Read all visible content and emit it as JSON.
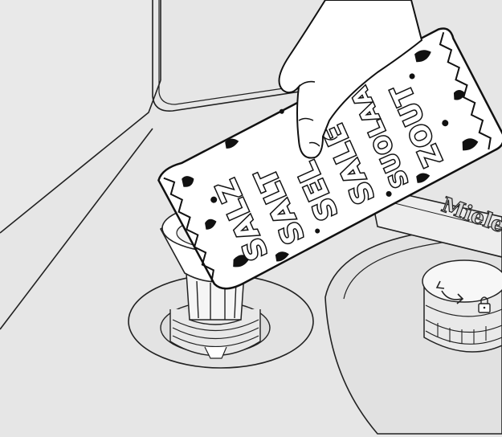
{
  "brand": {
    "text": "Miele"
  },
  "salt_bag": {
    "words": [
      "SALZ",
      "SALT",
      "SEL",
      "SALE",
      "SUOLAA",
      "ZOUT"
    ]
  },
  "colors": {
    "background": "#e6e6e6",
    "line": "#222222",
    "white": "#ffffff",
    "salt": "#111111"
  },
  "icons": [
    "arrow-rotate-icon",
    "lock-icon"
  ]
}
